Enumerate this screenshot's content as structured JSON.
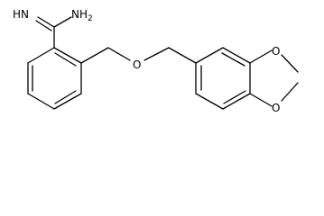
{
  "molecule": {
    "atom_labels": {
      "imine": "HN",
      "amine": "NH",
      "amine_subscript": "2",
      "ether_oxygen": "O",
      "dioxole_oxygen_top": "O",
      "dioxole_oxygen_bottom": "O"
    },
    "colors": {
      "bond": "#000000",
      "label": "#000000",
      "background": "#ffffff"
    }
  }
}
